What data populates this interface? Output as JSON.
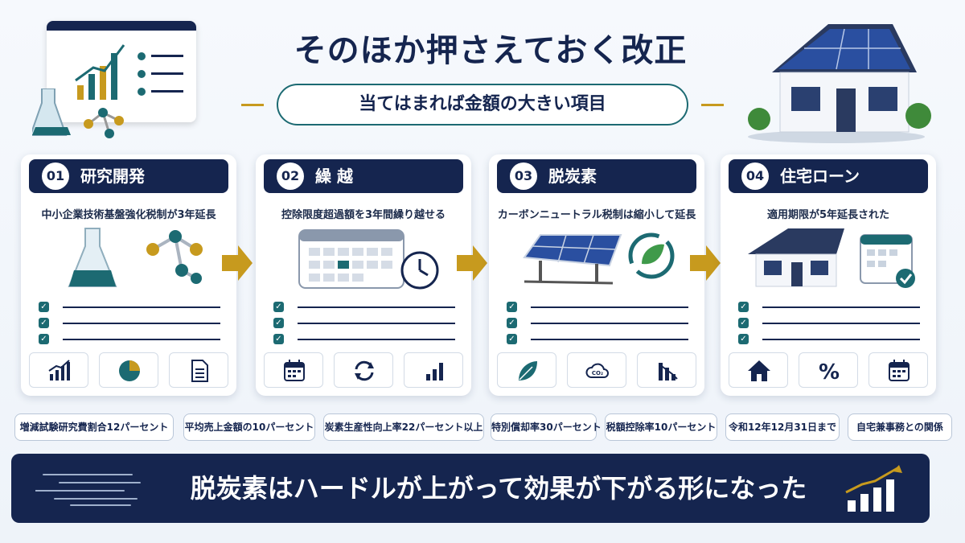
{
  "header": {
    "title": "そのほか押さえておく改正",
    "subtitle": "当てはまれば金額の大きい項目"
  },
  "cards": [
    {
      "num": "01",
      "title": "研究開発",
      "desc": "中小企業技術基盤強化税制が3年延長",
      "tile_icons": [
        "bar-chart-icon",
        "pie-chart-icon",
        "document-icon"
      ]
    },
    {
      "num": "02",
      "title": "繰 越",
      "desc": "控除限度超過額を3年間繰り越せる",
      "tile_icons": [
        "calendar-icon",
        "refresh-icon",
        "bar-chart-icon"
      ]
    },
    {
      "num": "03",
      "title": "脱炭素",
      "desc": "カーボンニュートラル税制は縮小して延長",
      "tile_icons": [
        "leaf-icon",
        "co2-icon",
        "declining-chart-icon"
      ],
      "tile_text": "CO₂"
    },
    {
      "num": "04",
      "title": "住宅ローン",
      "desc": "適用期限が5年延長された",
      "tile_icons": [
        "house-icon",
        "percent-icon",
        "calendar-icon"
      ],
      "tile_text": "%"
    }
  ],
  "badges": [
    "増減試験研究費割合12パーセント",
    "平均売上金額の10パーセント",
    "炭素生産性向上率22パーセント以上",
    "特別償却率30パーセント",
    "税額控除率10パーセント",
    "令和12年12月31日まで",
    "自宅兼事務との関係"
  ],
  "banner": {
    "text": "脱炭素はハードルが上がって効果が下がる形になった"
  },
  "colors": {
    "navy": "#15254f",
    "teal": "#1c6a72",
    "gold": "#c79a1e"
  }
}
